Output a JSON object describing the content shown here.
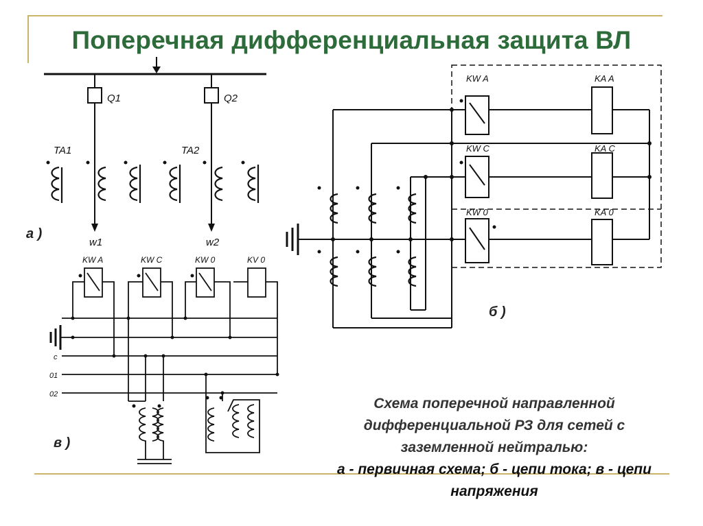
{
  "title": "Поперечная дифференциальная защита ВЛ",
  "parts": {
    "a": "а )",
    "b": "б )",
    "v": "в )"
  },
  "primary": {
    "q1": "Q1",
    "q2": "Q2",
    "ta1": "TA1",
    "ta2": "TA2",
    "w1": "w1",
    "w2": "w2"
  },
  "relays_b": {
    "kwa": "KW A",
    "kwc": "KW C",
    "kwo": "KW 0",
    "kaa": "KA A",
    "kac": "KA C",
    "kao": "KA 0"
  },
  "relays_v": {
    "kwa": "KW A",
    "kwc": "KW C",
    "kwo": "KW 0",
    "kvo": "KV 0"
  },
  "buses_v": {
    "c": "c",
    "o1": "01",
    "o2": "02"
  },
  "caption": {
    "line1": "Схема поперечной направленной",
    "line2": "дифференциальной РЗ для сетей с",
    "line3": "заземленной нейтралью:",
    "line4": "а - первичная схема; б - цепи тока; в - цепи",
    "line5": "напряжения"
  }
}
